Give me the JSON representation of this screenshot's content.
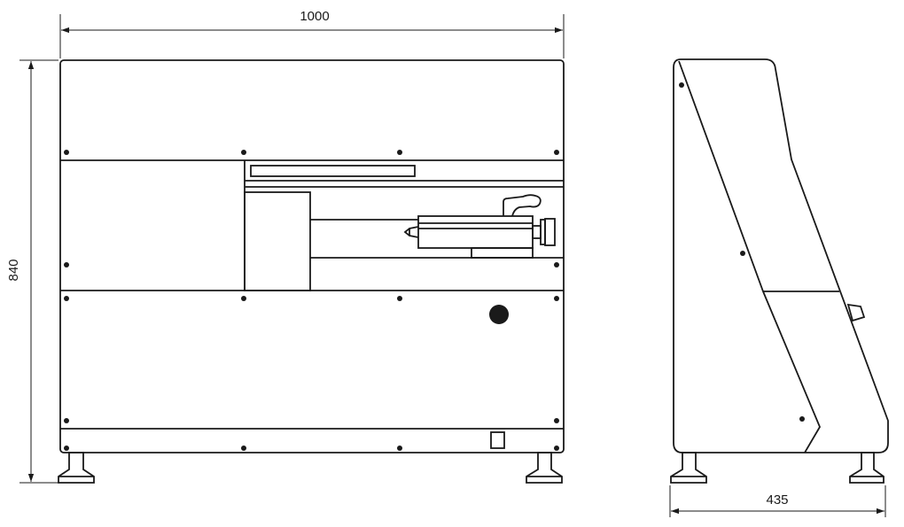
{
  "dimensions": {
    "width": "1000",
    "height": "840",
    "depth": "435"
  },
  "colors": {
    "line": "#1a1a1a",
    "background": "#ffffff"
  }
}
